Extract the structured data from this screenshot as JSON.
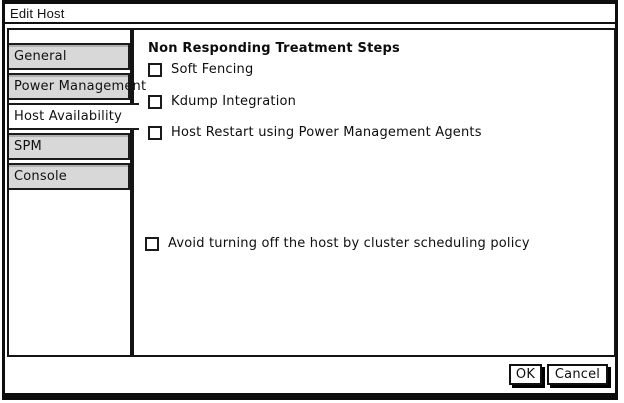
{
  "window": {
    "title": "Edit Host"
  },
  "sidebar": {
    "tabs": [
      {
        "label": "General",
        "selected": false
      },
      {
        "label": "Power Management",
        "selected": false
      },
      {
        "label": "Host Availability",
        "selected": true
      },
      {
        "label": "SPM",
        "selected": false
      },
      {
        "label": "Console",
        "selected": false
      }
    ]
  },
  "content": {
    "heading": "Non Responding Treatment Steps",
    "checkboxes": [
      {
        "label": "Soft Fencing",
        "checked": false
      },
      {
        "label": "Kdump Integration",
        "checked": false
      },
      {
        "label": "Host Restart using Power Management Agents",
        "checked": false
      },
      {
        "label": "Avoid turning off the host by cluster scheduling policy",
        "checked": false
      }
    ]
  },
  "footer": {
    "ok_label": "OK",
    "cancel_label": "Cancel"
  },
  "colors": {
    "border": "#141414",
    "tab_fill": "#d8d8d8",
    "background": "#ffffff",
    "shadow": "#000000"
  }
}
